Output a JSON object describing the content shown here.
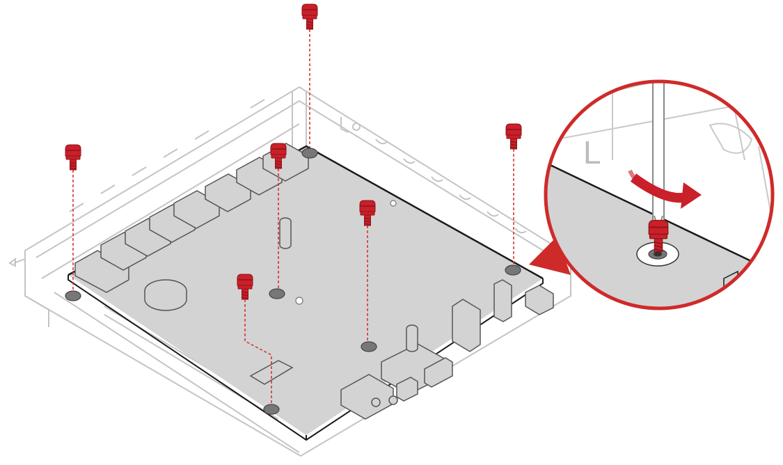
{
  "diagram": {
    "kind": "hardware-removal-illustration",
    "subject": "mini-pc-chassis-with-system-board",
    "screw_count": 6,
    "callout": "magnified-screwdriver-removing-screw",
    "rotation_direction": "counter-clockwise",
    "chassis_letter": "L"
  },
  "colors": {
    "screw": "#c9202a",
    "screw_dark": "#8e1218",
    "callout_ring": "#cf2a2a",
    "guide_line": "#d9332e",
    "board": "#d3d3d3",
    "board_edge": "#1a1a1a",
    "chassis_line": "#c4c4c4",
    "hole": "#777777"
  }
}
